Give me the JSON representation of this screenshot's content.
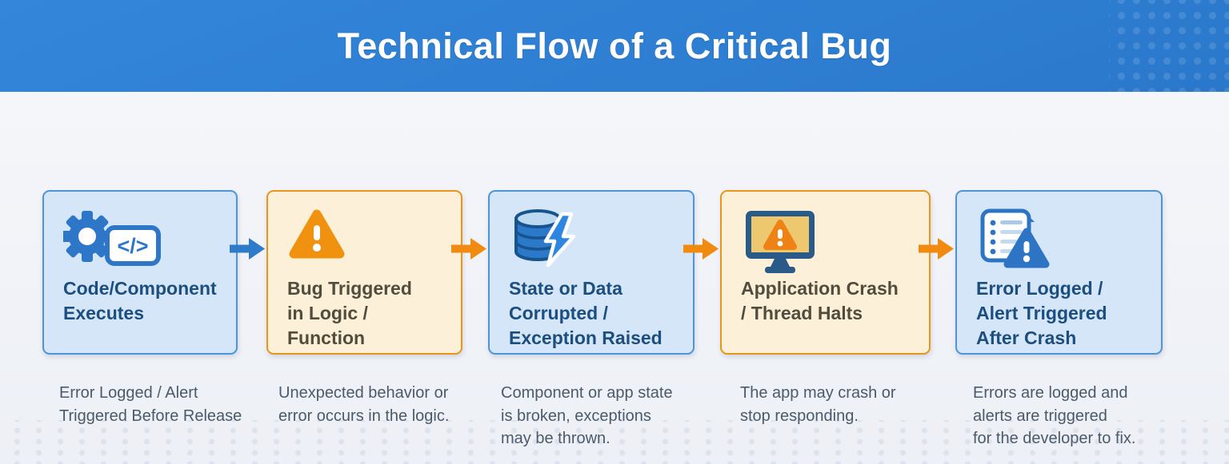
{
  "header": {
    "title": "Technical Flow of a Critical Bug"
  },
  "steps": [
    {
      "title": "Code/Component\nExecutes",
      "description": "Error Logged / Alert\nTriggered Before Release",
      "theme": "blue",
      "icon": "gear-code-icon",
      "code_glyph": "</>"
    },
    {
      "title": "Bug Triggered\nin Logic / Function",
      "description": "Unexpected behavior or\nerror occurs in the logic.",
      "theme": "orange",
      "icon": "warning-triangle-icon"
    },
    {
      "title": "State or Data\nCorrupted /\nException Raised",
      "description": "Component or app state\nis broken, exceptions\nmay be thrown.",
      "theme": "blue",
      "icon": "database-bolt-icon"
    },
    {
      "title": "Application Crash\n/ Thread Halts",
      "description": "The app may crash or\nstop responding.",
      "theme": "orange",
      "icon": "monitor-alert-icon"
    },
    {
      "title": "Error Logged /\nAlert Triggered\nAfter Crash",
      "description": "Errors are logged and\nalerts are triggered\nfor the developer to fix.",
      "theme": "blue",
      "icon": "log-alert-icon"
    }
  ],
  "arrows": [
    {
      "direction": "right",
      "color": "#2e7cc9"
    },
    {
      "direction": "right",
      "color": "#f08b10"
    },
    {
      "direction": "right",
      "color": "#f08b10"
    },
    {
      "direction": "right",
      "color": "#f08b10"
    }
  ],
  "colors": {
    "header_bg": "#2e7ed2",
    "blue_box_fill": "#d4e6f8",
    "blue_box_border": "#4e94d6",
    "orange_box_fill": "#fcf1d8",
    "orange_box_border": "#e8951c",
    "blue_title_text": "#1c4e7f",
    "orange_title_text": "#524c3c",
    "description_text": "#4b5a6a",
    "arrow_blue": "#2e7cc9",
    "arrow_orange": "#f08b10"
  }
}
